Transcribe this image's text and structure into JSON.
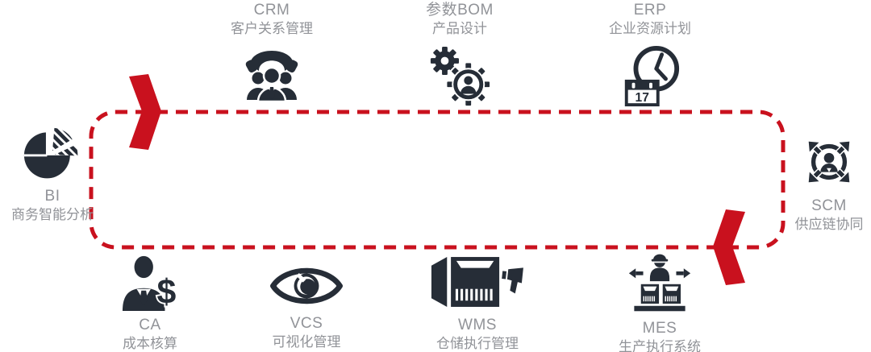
{
  "colors": {
    "accent_red": "#C9111E",
    "icon_dark": "#262D37",
    "label_gray": "#919398"
  },
  "nodes": {
    "crm": {
      "title": "CRM",
      "subtitle": "客户关系管理"
    },
    "bom": {
      "title": "参数BOM",
      "subtitle": "产品设计"
    },
    "erp": {
      "title": "ERP",
      "subtitle": "企业资源计划",
      "calendar_day": "17"
    },
    "bi": {
      "title": "BI",
      "subtitle": "商务智能分析"
    },
    "scm": {
      "title": "SCM",
      "subtitle": "供应链协同"
    },
    "ca": {
      "title": "CA",
      "subtitle": "成本核算",
      "currency_symbol": "$"
    },
    "vcs": {
      "title": "VCS",
      "subtitle": "可视化管理"
    },
    "wms": {
      "title": "WMS",
      "subtitle": "仓储执行管理"
    },
    "mes": {
      "title": "MES",
      "subtitle": "生产执行系统"
    }
  }
}
